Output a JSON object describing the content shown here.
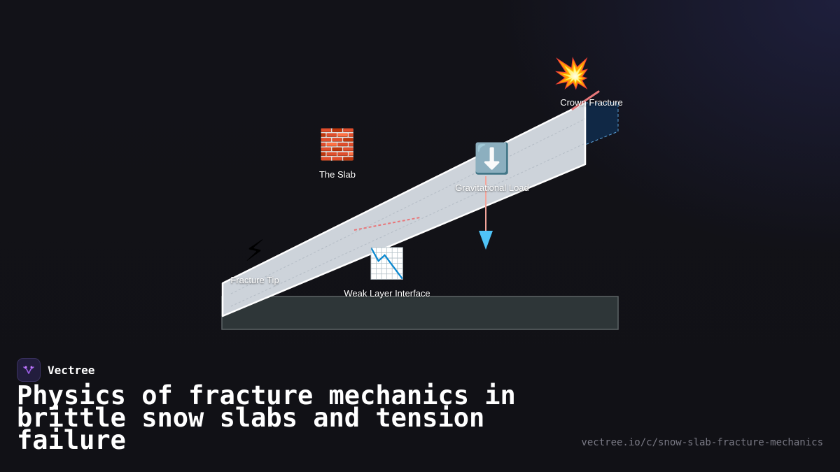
{
  "brand": {
    "name": "Vectree"
  },
  "title": "Physics of fracture mechanics in brittle snow slabs and tension failure",
  "url": "vectree.io/c/snow-slab-fracture-mechanics",
  "diagram": {
    "nodes": [
      {
        "id": "slab",
        "icon": "bricks-icon",
        "glyph": "🧱",
        "label": "The Slab"
      },
      {
        "id": "load",
        "icon": "down-arrow-icon",
        "glyph": "⬇️",
        "label": "Gravitational Load"
      },
      {
        "id": "crown",
        "icon": "collision-icon",
        "glyph": "💥",
        "label": "Crown Fracture"
      },
      {
        "id": "tip",
        "icon": "lightning-icon",
        "glyph": "⚡",
        "label": "Fracture Tip"
      },
      {
        "id": "weak",
        "icon": "chart-decreasing-icon",
        "glyph": "📉",
        "label": "Weak Layer Interface"
      }
    ],
    "colors": {
      "slab": "#cdd3da",
      "ground": "#2e3638",
      "fracture": "#e8777a",
      "load_arrow": "#4fc3f7",
      "load_line": "#f4a59b"
    }
  }
}
